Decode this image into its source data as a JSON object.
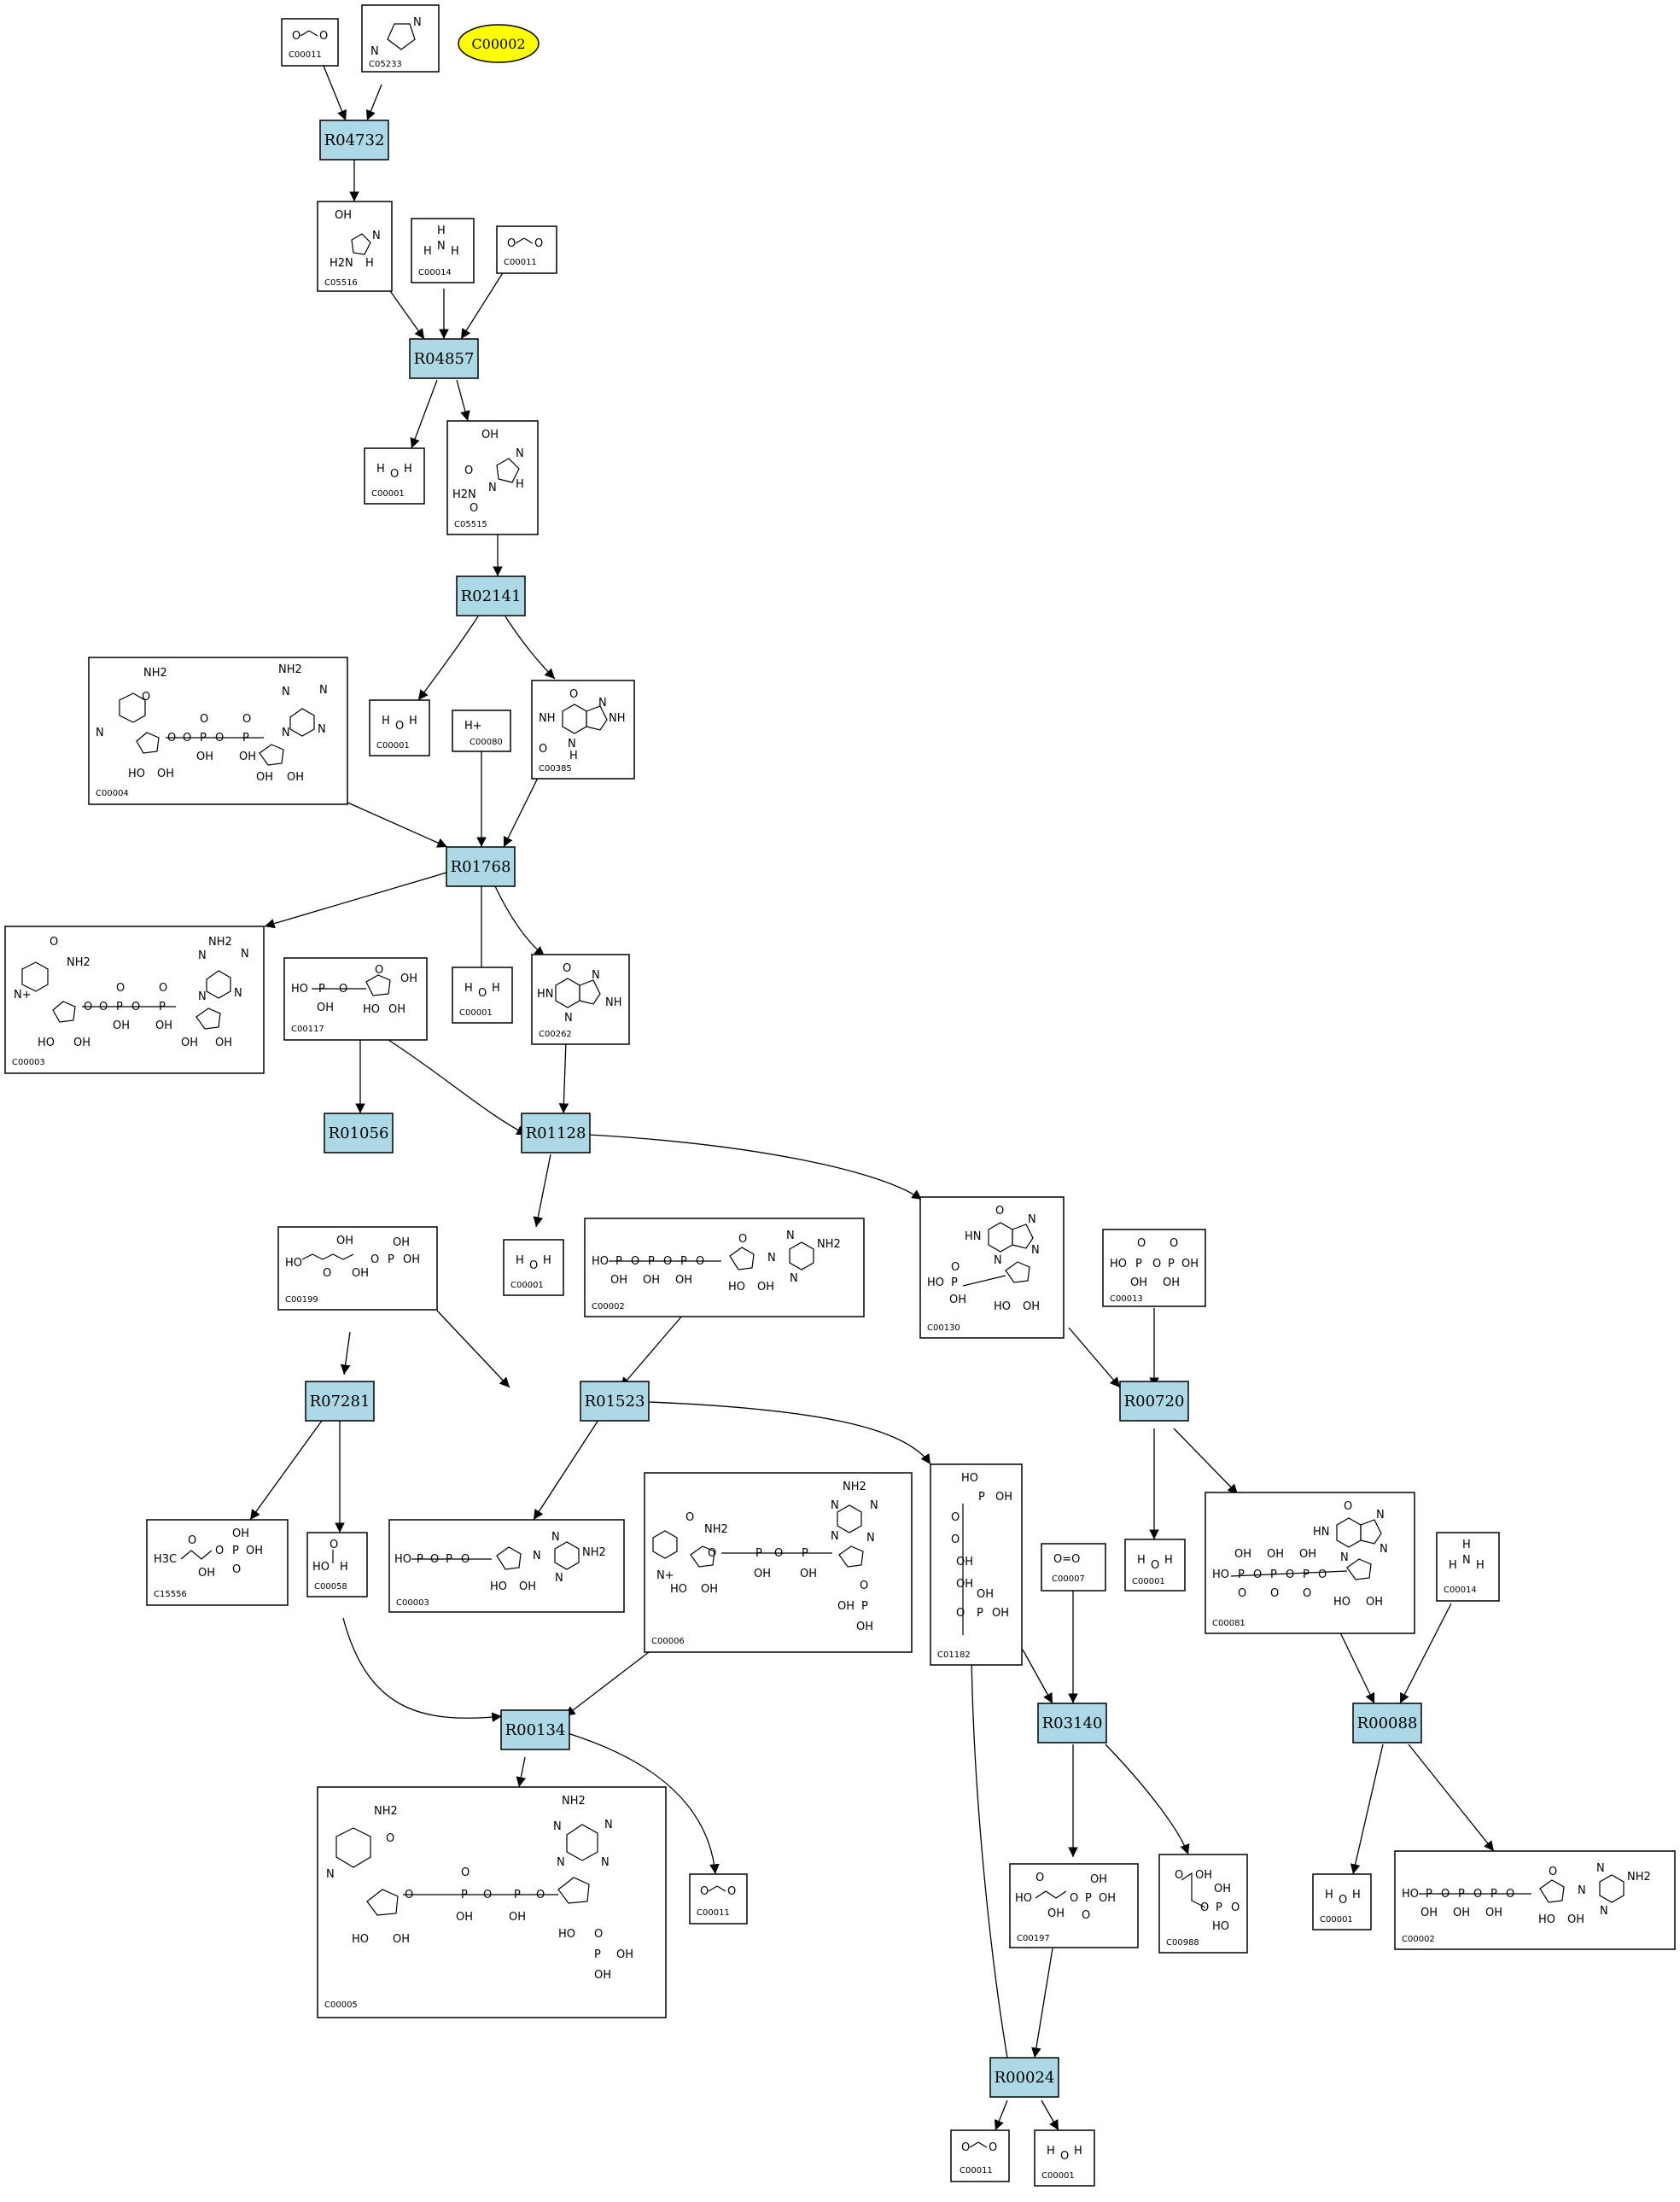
{
  "start_node": {
    "id": "C00002"
  },
  "reactions": [
    {
      "key": "R04732",
      "label": "R04732"
    },
    {
      "key": "R04857",
      "label": "R04857"
    },
    {
      "key": "R02141",
      "label": "R02141"
    },
    {
      "key": "R01768",
      "label": "R01768"
    },
    {
      "key": "R01056",
      "label": "R01056"
    },
    {
      "key": "R01128",
      "label": "R01128"
    },
    {
      "key": "R07281",
      "label": "R07281"
    },
    {
      "key": "R01523",
      "label": "R01523"
    },
    {
      "key": "R00720",
      "label": "R00720"
    },
    {
      "key": "R00134",
      "label": "R00134"
    },
    {
      "key": "R03140",
      "label": "R03140"
    },
    {
      "key": "R00088",
      "label": "R00088"
    },
    {
      "key": "R00024",
      "label": "R00024"
    }
  ],
  "compounds": [
    {
      "key": "c1",
      "id": "C00011",
      "atoms": [
        "O",
        "O"
      ]
    },
    {
      "key": "c2",
      "id": "C05233",
      "atoms": [
        "N",
        "N"
      ]
    },
    {
      "key": "c3",
      "id": "C05516",
      "atoms": [
        "OH",
        "H2N",
        "N",
        "H"
      ]
    },
    {
      "key": "c4",
      "id": "C00014",
      "atoms": [
        "H",
        "N",
        "H",
        "H"
      ]
    },
    {
      "key": "c5",
      "id": "C00011",
      "atoms": [
        "O",
        "O"
      ]
    },
    {
      "key": "c6",
      "id": "C00001",
      "atoms": [
        "H",
        "O",
        "H"
      ]
    },
    {
      "key": "c7",
      "id": "C05515",
      "atoms": [
        "OH",
        "O",
        "N",
        "H2N",
        "N",
        "H",
        "O"
      ]
    },
    {
      "key": "c8",
      "id": "C00001",
      "atoms": [
        "H",
        "O",
        "H"
      ]
    },
    {
      "key": "c9",
      "id": "C00080",
      "atoms": [
        "H+"
      ]
    },
    {
      "key": "c10",
      "id": "C00385",
      "atoms": [
        "O",
        "NH",
        "N",
        "O",
        "N",
        "H",
        "NH"
      ]
    },
    {
      "key": "c11",
      "id": "C00004",
      "atoms": [
        "NH2",
        "O",
        "N",
        "O",
        "O",
        "P",
        "O",
        "P",
        "O",
        "O",
        "OH",
        "OH",
        "NH2",
        "N",
        "N",
        "N",
        "N",
        "HO",
        "OH",
        "OH",
        "OH"
      ]
    },
    {
      "key": "c12",
      "id": "C00003",
      "atoms": [
        "O",
        "NH2",
        "N+",
        "O",
        "O",
        "P",
        "O",
        "P",
        "O",
        "O",
        "OH",
        "OH",
        "NH2",
        "N",
        "N",
        "N",
        "N",
        "HO",
        "OH",
        "OH",
        "OH"
      ]
    },
    {
      "key": "c13",
      "id": "C00001",
      "atoms": [
        "H",
        "O",
        "H"
      ]
    },
    {
      "key": "c14",
      "id": "C00117",
      "atoms": [
        "HO",
        "P",
        "O",
        "OH",
        "O",
        "OH",
        "HO",
        "OH"
      ]
    },
    {
      "key": "c15",
      "id": "C00262",
      "atoms": [
        "O",
        "HN",
        "N",
        "N",
        "NH"
      ]
    },
    {
      "key": "c16",
      "id": "C00199",
      "atoms": [
        "HO",
        "O",
        "OH",
        "OH",
        "O",
        "P",
        "OH",
        "OH"
      ]
    },
    {
      "key": "c17",
      "id": "C00001",
      "atoms": [
        "H",
        "O",
        "H"
      ]
    },
    {
      "key": "c18",
      "id": "C00002",
      "atoms": [
        "HO",
        "P",
        "O",
        "P",
        "O",
        "P",
        "O",
        "OH",
        "OH",
        "OH",
        "O",
        "N",
        "N",
        "NH2",
        "N",
        "HO",
        "OH"
      ]
    },
    {
      "key": "c19",
      "id": "C00130",
      "atoms": [
        "O",
        "HN",
        "N",
        "N",
        "N",
        "HO",
        "P",
        "O",
        "OH",
        "HO",
        "OH"
      ]
    },
    {
      "key": "c20",
      "id": "C00013",
      "atoms": [
        "O",
        "O",
        "HO",
        "P",
        "O",
        "P",
        "OH",
        "OH",
        "OH"
      ]
    },
    {
      "key": "c21",
      "id": "C15556",
      "atoms": [
        "O",
        "H3C",
        "O",
        "P",
        "OH",
        "OH",
        "OH",
        "O"
      ]
    },
    {
      "key": "c22",
      "id": "C00058",
      "atoms": [
        "O",
        "HO",
        "H"
      ]
    },
    {
      "key": "c23",
      "id": "C00003",
      "atoms": [
        "HO",
        "P",
        "O",
        "P",
        "O",
        "N",
        "NH2",
        "N",
        "N",
        "HO",
        "OH"
      ]
    },
    {
      "key": "c24",
      "id": "C00006",
      "atoms": [
        "NH2",
        "O",
        "N+",
        "O",
        "P",
        "P",
        "O",
        "OH",
        "OH",
        "HO",
        "OH",
        "NH2",
        "N",
        "N",
        "N",
        "N",
        "O",
        "P",
        "OH",
        "OH"
      ]
    },
    {
      "key": "c25",
      "id": "C01182",
      "atoms": [
        "HO",
        "P",
        "OH",
        "O",
        "O",
        "OH",
        "OH",
        "O",
        "P",
        "OH",
        "OH"
      ]
    },
    {
      "key": "c26",
      "id": "C00007",
      "atoms": [
        "O=O"
      ]
    },
    {
      "key": "c27",
      "id": "C00001",
      "atoms": [
        "H",
        "O",
        "H"
      ]
    },
    {
      "key": "c28",
      "id": "C00081",
      "atoms": [
        "O",
        "HN",
        "N",
        "N",
        "N",
        "OH",
        "OH",
        "OH",
        "HO",
        "P",
        "O",
        "P",
        "O",
        "P",
        "O",
        "O",
        "O",
        "O",
        "HO",
        "OH"
      ]
    },
    {
      "key": "c29",
      "id": "C00014",
      "atoms": [
        "H",
        "N",
        "H",
        "H"
      ]
    },
    {
      "key": "c30",
      "id": "C00005",
      "atoms": [
        "NH2",
        "O",
        "N",
        "O",
        "P",
        "O",
        "P",
        "O",
        "O",
        "OH",
        "OH",
        "NH2",
        "N",
        "N",
        "N",
        "N",
        "HO",
        "OH",
        "HO",
        "O",
        "P",
        "OH",
        "OH"
      ]
    },
    {
      "key": "c31",
      "id": "C00011",
      "atoms": [
        "O",
        "O"
      ]
    },
    {
      "key": "c32",
      "id": "C00197",
      "atoms": [
        "O",
        "HO",
        "OH",
        "O",
        "P",
        "OH",
        "OH",
        "O"
      ]
    },
    {
      "key": "c33",
      "id": "C00988",
      "atoms": [
        "O",
        "OH",
        "OH",
        "O",
        "P",
        "O",
        "HO"
      ]
    },
    {
      "key": "c34",
      "id": "C00001",
      "atoms": [
        "H",
        "O",
        "H"
      ]
    },
    {
      "key": "c35",
      "id": "C00002",
      "atoms": [
        "HO",
        "P",
        "O",
        "P",
        "O",
        "P",
        "O",
        "OH",
        "OH",
        "OH",
        "O",
        "N",
        "N",
        "NH2",
        "N",
        "HO",
        "OH"
      ]
    },
    {
      "key": "c36",
      "id": "C00011",
      "atoms": [
        "O",
        "O"
      ]
    },
    {
      "key": "c37",
      "id": "C00001",
      "atoms": [
        "H",
        "O",
        "H"
      ]
    }
  ]
}
